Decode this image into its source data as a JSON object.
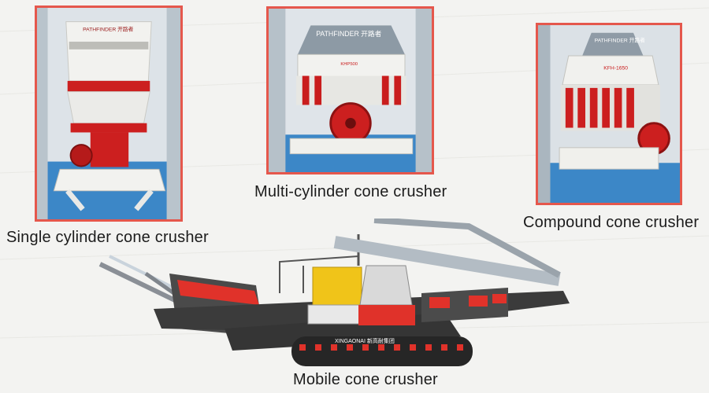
{
  "captions": {
    "single": "Single cylinder cone crusher",
    "multi": "Multi-cylinder cone crusher",
    "compound": "Compound cone crusher",
    "mobile": "Mobile cone crusher"
  },
  "machine_labels": {
    "brand": "PATHFINDER 开路者",
    "multi_model": "KHP500",
    "compound_model": "KFH-1650",
    "mobile_brand": "XINGAONAI 新高耐集团"
  },
  "colors": {
    "frame_border": "#e5574c",
    "machine_red": "#cc1f1f",
    "machine_white": "#f1f1ee",
    "floor_blue": "#2f73b3",
    "mobile_dark": "#3a3a3a",
    "mobile_yellow": "#f0c419",
    "mobile_red": "#e0322a"
  }
}
